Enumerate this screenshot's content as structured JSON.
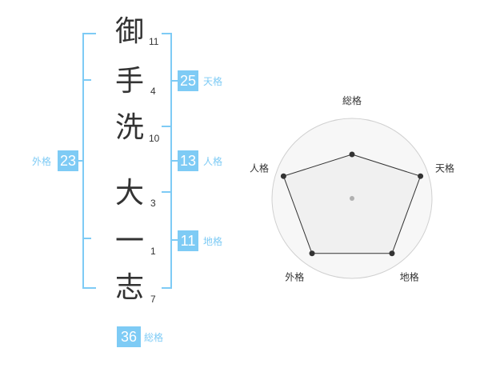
{
  "name": {
    "characters": [
      {
        "char": "御",
        "strokes": "11"
      },
      {
        "char": "手",
        "strokes": "4"
      },
      {
        "char": "洗",
        "strokes": "10"
      },
      {
        "char": "大",
        "strokes": "3"
      },
      {
        "char": "一",
        "strokes": "1"
      },
      {
        "char": "志",
        "strokes": "7"
      }
    ]
  },
  "fortunes": {
    "tenkaku": {
      "label": "天格",
      "value": "25"
    },
    "jinkaku": {
      "label": "人格",
      "value": "13"
    },
    "chikaku": {
      "label": "地格",
      "value": "11"
    },
    "gaikaku": {
      "label": "外格",
      "value": "23"
    },
    "soukaku": {
      "label": "総格",
      "value": "36"
    }
  },
  "colors": {
    "accent": "#7ecbf5",
    "text": "#333333",
    "grid": "#d0d0d0",
    "fill": "#eeeeee"
  },
  "chart_data": {
    "type": "radar",
    "axes": [
      "総格",
      "天格",
      "地格",
      "外格",
      "人格"
    ],
    "values": [
      0.55,
      0.9,
      0.85,
      0.85,
      0.9
    ],
    "max": 1,
    "rings": 4
  }
}
